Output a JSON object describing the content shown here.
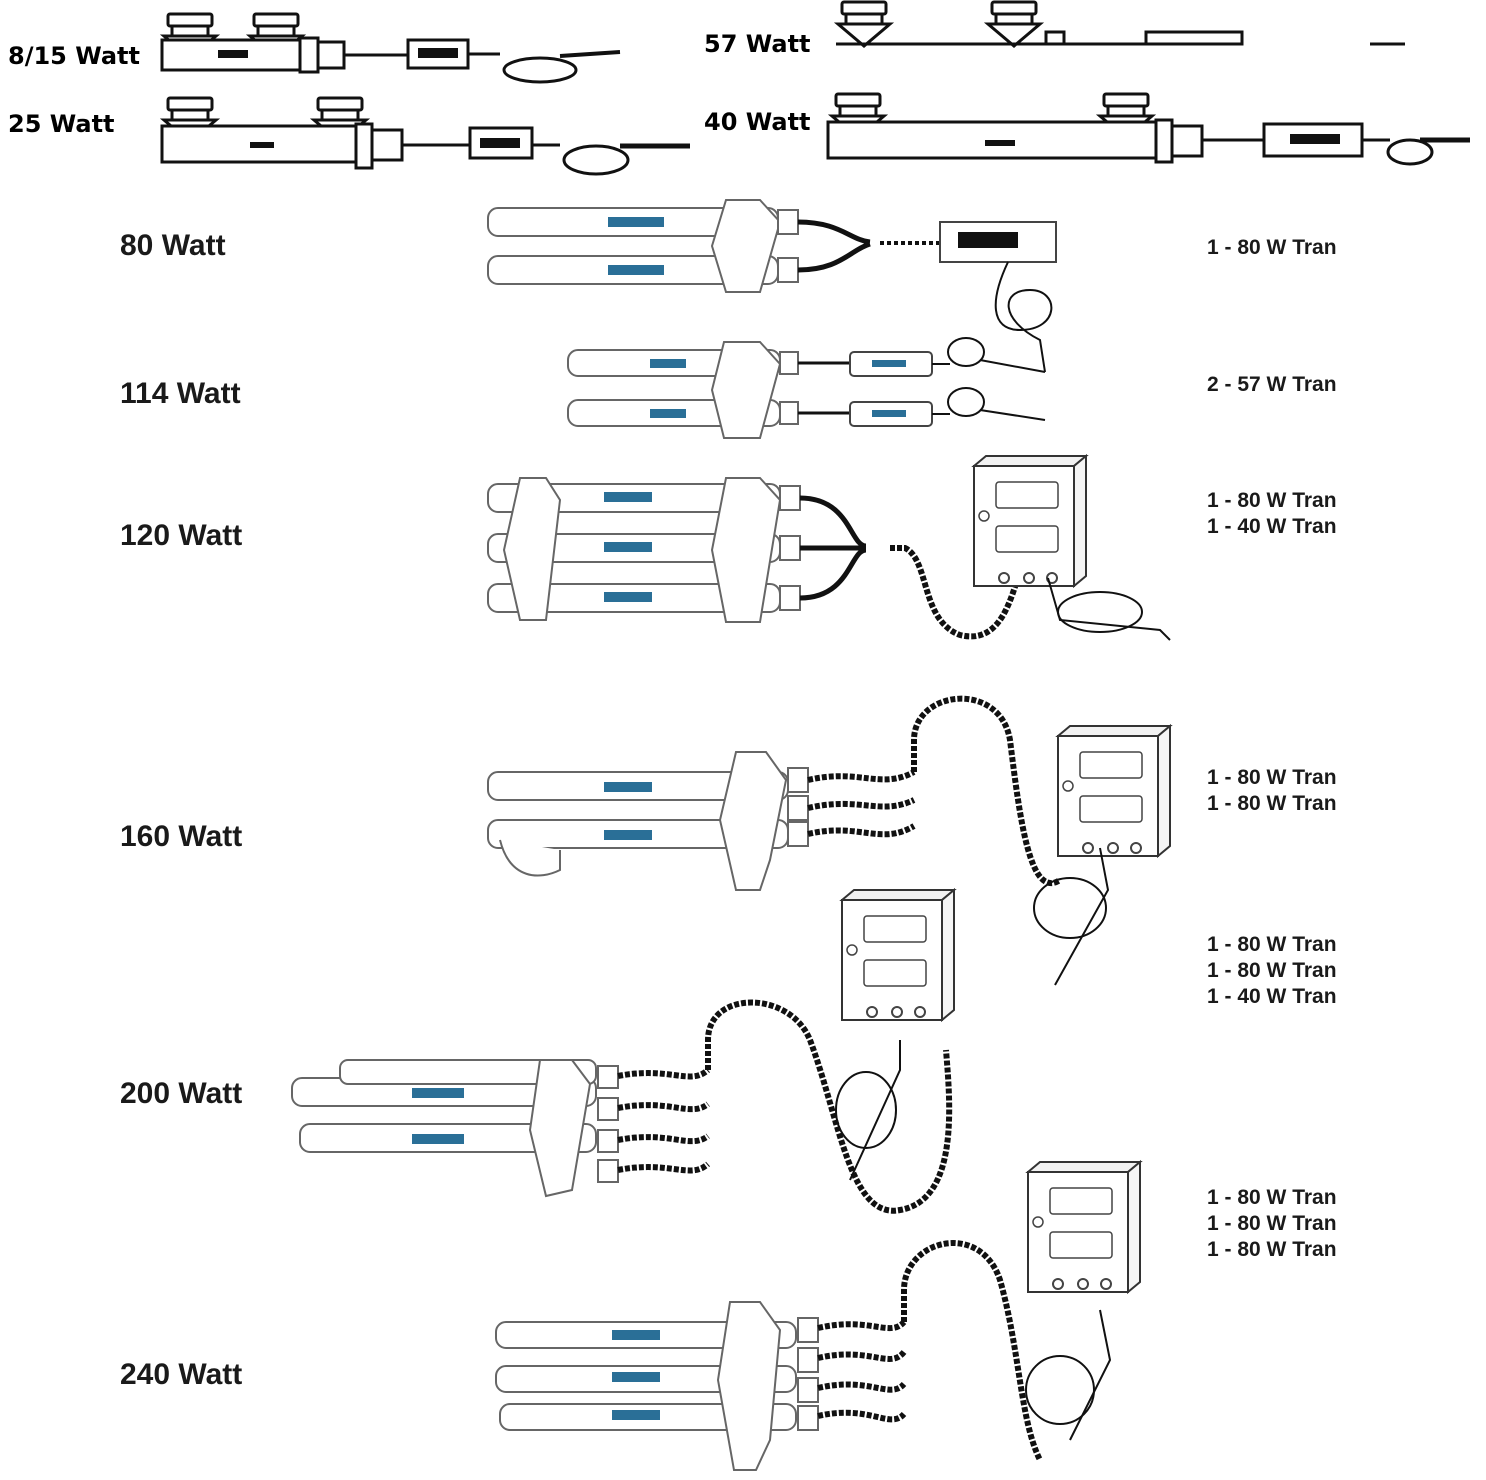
{
  "top_units": [
    {
      "label": "8/15 Watt"
    },
    {
      "label": "25 Watt"
    },
    {
      "label": "57 Watt"
    },
    {
      "label": "40 Watt"
    }
  ],
  "systems": [
    {
      "label": "80 Watt",
      "transformers": [
        "1 - 80 W Tran"
      ]
    },
    {
      "label": "114 Watt",
      "transformers": [
        "2 - 57 W Tran"
      ]
    },
    {
      "label": "120 Watt",
      "transformers": [
        "1 - 80 W Tran",
        "1 - 40 W Tran"
      ]
    },
    {
      "label": "160 Watt",
      "transformers": [
        "1 - 80 W Tran",
        "1 - 80 W Tran"
      ]
    },
    {
      "label": "200 Watt",
      "transformers": [
        "1 - 80 W Tran",
        "1 - 80 W Tran",
        "1 - 40 W Tran"
      ]
    },
    {
      "label": "240 Watt",
      "transformers": [
        "1 - 80 W Tran",
        "1 - 80 W Tran",
        "1 - 80 W Tran"
      ]
    }
  ],
  "colors": {
    "line": "#1a1a1a",
    "brand": "#2a6f97"
  }
}
